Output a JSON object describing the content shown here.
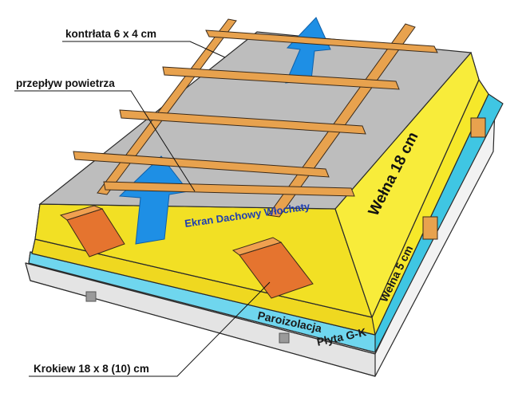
{
  "labels": {
    "counter_batten": "kontrłata 6 x 4 cm",
    "airflow": "przepływ powietrza",
    "membrane": "Ekran Dachowy Włochaty",
    "wool_18": "Wełna 18 cm",
    "wool_5": "Wełna 5 cm",
    "vapor_barrier": "Paroizolacja",
    "drywall": "Płyta G-K",
    "rafter": "Krokiew 18 x 8 (10) cm"
  },
  "colors": {
    "wool": "#f6e82a",
    "membrane_grey": "#bdbdbd",
    "batten": "#e8a24e",
    "rafter": "#e5742f",
    "vapor": "#3fc6e3",
    "drywall": "#eeeeee",
    "arrow": "#1e8fe5"
  }
}
